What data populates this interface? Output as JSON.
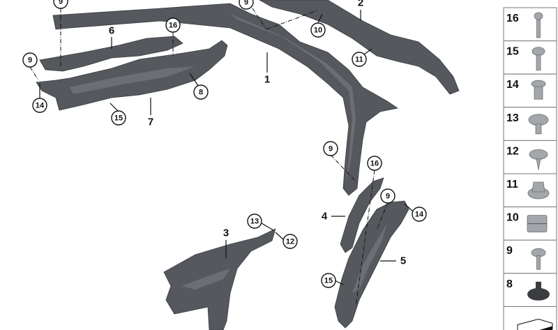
{
  "diagram": {
    "part_numbers": [
      "1",
      "2",
      "3",
      "4",
      "5",
      "6",
      "7"
    ],
    "callouts": [
      "9",
      "9",
      "10",
      "11",
      "16",
      "9",
      "14",
      "15",
      "8",
      "9",
      "16",
      "9",
      "14",
      "13",
      "12",
      "15"
    ]
  },
  "legend": {
    "items": [
      {
        "number": "16",
        "icon": "screw-long-icon"
      },
      {
        "number": "15",
        "icon": "screw-flange-icon"
      },
      {
        "number": "14",
        "icon": "expanding-nut-icon"
      },
      {
        "number": "13",
        "icon": "plastic-rivet-icon"
      },
      {
        "number": "12",
        "icon": "collar-screw-icon"
      },
      {
        "number": "11",
        "icon": "hex-collar-nut-icon"
      },
      {
        "number": "10",
        "icon": "clip-nut-icon"
      },
      {
        "number": "9",
        "icon": "hex-screw-icon"
      },
      {
        "number": "8",
        "icon": "grommet-icon"
      },
      {
        "number": "",
        "icon": "shim-icon"
      }
    ]
  },
  "colors": {
    "part": "#55585d",
    "hardware": "#a3a6aa",
    "outline": "#111111"
  }
}
